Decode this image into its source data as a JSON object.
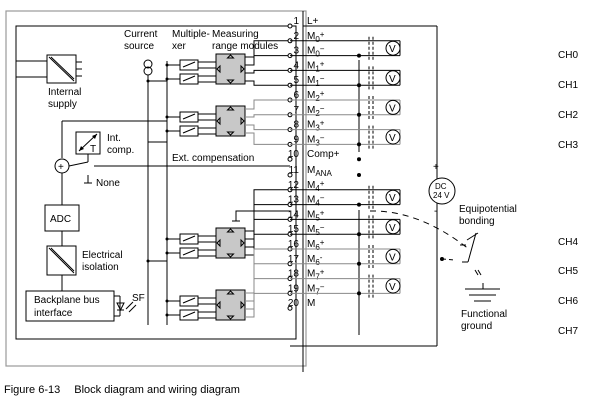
{
  "figure": {
    "number": "Figure 6-13",
    "title": "Block diagram and wiring diagram"
  },
  "blocks": {
    "internal_supply": "Internal supply",
    "internal_supply_lines": [
      "Internal",
      "supply"
    ],
    "current_source": [
      "Current",
      "source"
    ],
    "multiplexer": [
      "Multiple-",
      "xer"
    ],
    "measuring_range_modules": [
      "Measuring",
      "range modules"
    ],
    "int_comp": [
      "Int.",
      "comp."
    ],
    "int_comp_symbol": "T",
    "ext_compensation": "Ext. compensation",
    "none": "None",
    "adc": "ADC",
    "electrical_isolation": [
      "Electrical",
      "isolation"
    ],
    "backplane_bus_interface": [
      "Backplane bus",
      "interface"
    ],
    "sf_led": "SF",
    "adder_symbol": "+"
  },
  "terminals": [
    {
      "num": "1",
      "label": "L+",
      "sub": "",
      "sup": ""
    },
    {
      "num": "2",
      "label": "M",
      "sub": "0",
      "sup": "+"
    },
    {
      "num": "3",
      "label": "M",
      "sub": "0",
      "sup": "−"
    },
    {
      "num": "4",
      "label": "M",
      "sub": "1",
      "sup": "+"
    },
    {
      "num": "5",
      "label": "M",
      "sub": "1",
      "sup": "−"
    },
    {
      "num": "6",
      "label": "M",
      "sub": "2",
      "sup": "+"
    },
    {
      "num": "7",
      "label": "M",
      "sub": "2",
      "sup": "−"
    },
    {
      "num": "8",
      "label": "M",
      "sub": "3",
      "sup": "+"
    },
    {
      "num": "9",
      "label": "M",
      "sub": "3",
      "sup": "−"
    },
    {
      "num": "10",
      "label": "Comp+",
      "sub": "",
      "sup": ""
    },
    {
      "num": "11",
      "label": "M",
      "sub": "ANA",
      "sup": ""
    },
    {
      "num": "12",
      "label": "M",
      "sub": "4",
      "sup": "+"
    },
    {
      "num": "13",
      "label": "M",
      "sub": "4",
      "sup": "−"
    },
    {
      "num": "14",
      "label": "M",
      "sub": "5",
      "sup": "+"
    },
    {
      "num": "15",
      "label": "M",
      "sub": "5",
      "sup": "−"
    },
    {
      "num": "16",
      "label": "M",
      "sub": "6",
      "sup": "+"
    },
    {
      "num": "17",
      "label": "M",
      "sub": "6",
      "sup": "-"
    },
    {
      "num": "18",
      "label": "M",
      "sub": "7",
      "sup": "+"
    },
    {
      "num": "19",
      "label": "M",
      "sub": "7",
      "sup": "−"
    },
    {
      "num": "20",
      "label": "M",
      "sub": "",
      "sup": ""
    }
  ],
  "voltmeter_symbol": "V",
  "channels": [
    "CH0",
    "CH1",
    "CH2",
    "CH3",
    "CH4",
    "CH5",
    "CH6",
    "CH7"
  ],
  "power": {
    "label_lines": [
      "DC",
      "24 V"
    ],
    "plus": "+",
    "minus": "-"
  },
  "equipotential_bonding": [
    "Equipotential",
    "bonding"
  ],
  "functional_ground": [
    "Functional",
    "ground"
  ]
}
